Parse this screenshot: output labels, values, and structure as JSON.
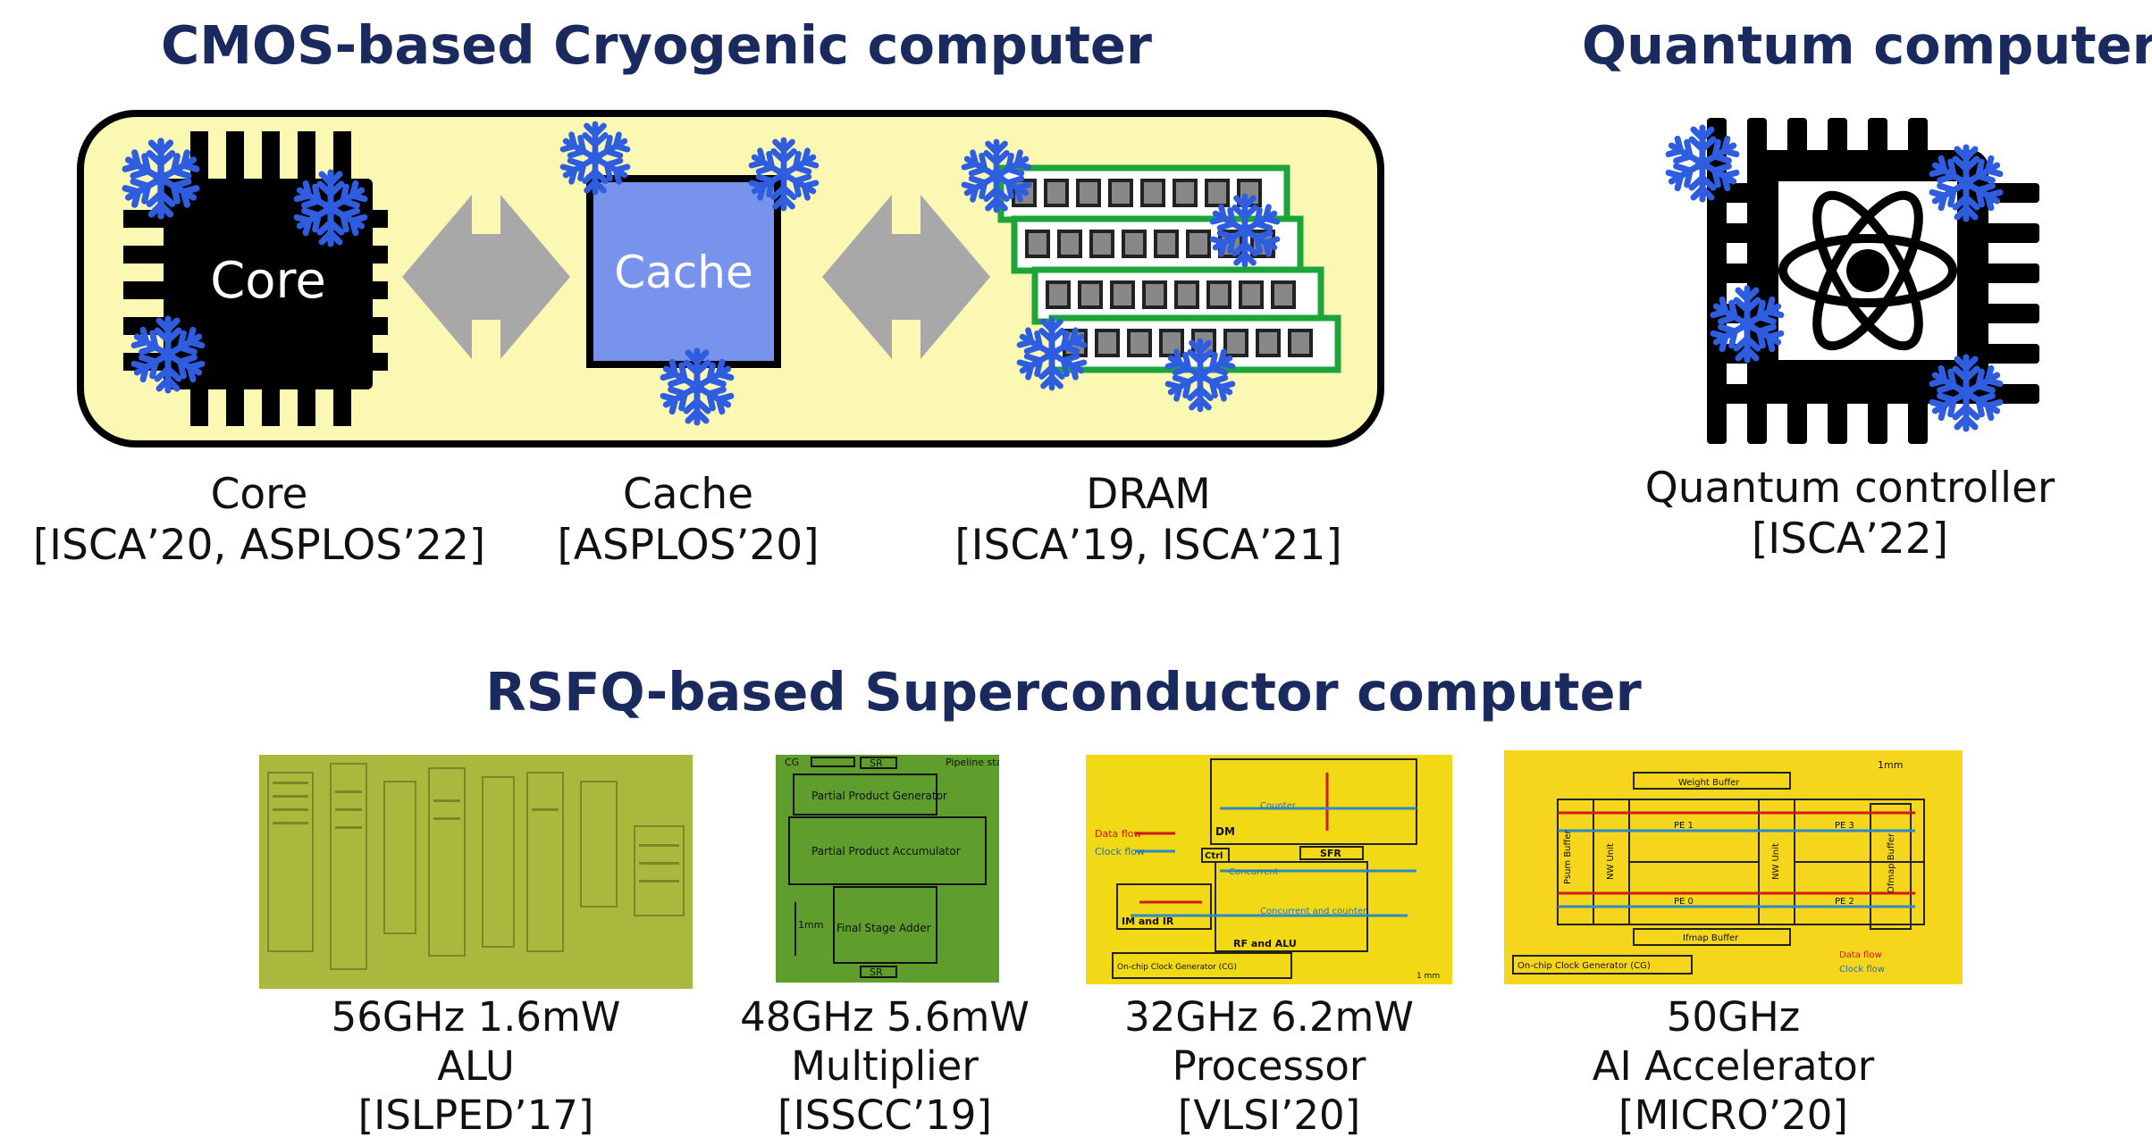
{
  "sections": {
    "cmos_title": "CMOS-based Cryogenic computer",
    "quantum_title": "Quantum computer",
    "rsfq_title": "RSFQ-based Superconductor computer"
  },
  "cmos": {
    "core_label": "Core",
    "cache_label": "Cache",
    "captions": [
      {
        "name": "Core",
        "ref": "[ISCA’20, ASPLOS’22]"
      },
      {
        "name": "Cache",
        "ref": "[ASPLOS’20]"
      },
      {
        "name": "DRAM",
        "ref": "[ISCA’19, ISCA’21]"
      }
    ]
  },
  "quantum": {
    "caption_name": "Quantum controller",
    "caption_ref": "[ISCA’22]"
  },
  "rsfq": {
    "chips": [
      {
        "spec": "56GHz 1.6mW",
        "name": "ALU",
        "ref": "[ISLPED’17]"
      },
      {
        "spec": "48GHz 5.6mW",
        "name": "Multiplier",
        "ref": "[ISSCC’19]"
      },
      {
        "spec": "32GHz 6.2mW",
        "name": "Processor",
        "ref": "[VLSI’20]"
      },
      {
        "spec": "50GHz",
        "name": "AI Accelerator",
        "ref": "[MICRO’20]"
      }
    ],
    "multiplier_labels": {
      "cg": "CG",
      "sr": "SR",
      "pipeline": "Pipeline stages",
      "ppg": "Partial Product Generator",
      "ppa": "Partial Product Accumulator",
      "fsa": "Final Stage Adder",
      "scale": "1mm"
    },
    "processor_labels": {
      "data_flow": "Data flow",
      "clock_flow": "Clock flow",
      "dm": "DM",
      "ctrl": "Ctrl",
      "sfr": "SFR",
      "counter": "Counter",
      "concurrent": "Concurrent",
      "im_ir": "IM and IR",
      "rf_alu": "RF and ALU",
      "concurrent_counter": "Concurrent and counter",
      "clock_gen": "On-chip Clock Generator (CG)",
      "scale": "1 mm"
    },
    "accelerator_labels": {
      "weight_buffer": "Weight Buffer",
      "psum_buffer": "Psum Buffer",
      "nw_unit": "NW Unit",
      "pe0": "PE 0",
      "pe1": "PE 1",
      "pe2": "PE 2",
      "pe3": "PE 3",
      "ofmap_buffer": "Ofmap Buffer",
      "ifmap_buffer": "Ifmap Buffer",
      "clock_gen": "On-chip Clock Generator (CG)",
      "data_flow": "Data flow",
      "clock_flow": "Clock flow",
      "scale": "1mm"
    }
  },
  "colors": {
    "title": "#1a2a5e",
    "cmos_box": "#fbf8b4",
    "cache": "#7893ec",
    "dram_green": "#1ea53a",
    "snowflake": "#2f5de0",
    "arrow": "#a8a8a8",
    "photo_alu": "#a9b93e",
    "photo_multiplier": "#5f9d2c",
    "photo_processor": "#f1d915",
    "photo_accelerator": "#f6d61c"
  },
  "icons": [
    "snowflake-icon",
    "atom-icon",
    "chip-icon",
    "dram-module-icon",
    "double-arrow-icon"
  ]
}
